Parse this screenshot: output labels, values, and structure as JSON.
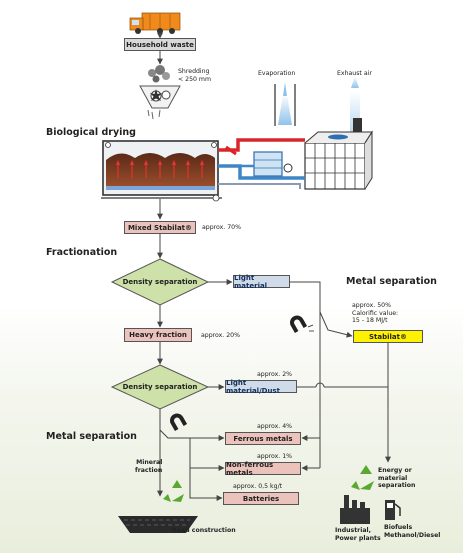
{
  "sections": {
    "biological_drying": "Biological drying",
    "fractionation": "Fractionation",
    "metal_separation_left": "Metal separation",
    "metal_separation_right": "Metal separation"
  },
  "boxes": {
    "household_waste": "Household waste",
    "mixed_stabilat": "Mixed Stabilat®",
    "light_material": "Light material",
    "heavy_fraction": "Heavy fraction",
    "light_material_dust": "Light material/Dust",
    "ferrous_metals": "Ferrous metals",
    "non_ferrous_metals": "Non-ferrous metals",
    "batteries": "Batteries",
    "stabilat": "Stabilat®"
  },
  "decisions": {
    "density_separation_1": "Density separation",
    "density_separation_2": "Density separation"
  },
  "annotations": {
    "shredding_1": "Shredding",
    "shredding_2": "< 250 mm",
    "evaporation": "Evaporation",
    "exhaust_air": "Exhaust air",
    "approx_70": "approx. 70%",
    "approx_20": "approx. 20%",
    "approx_2": "approx. 2%",
    "approx_4": "approx. 4%",
    "approx_1": "approx. 1%",
    "batteries_rate": "approx. 0,5 kg/t",
    "approx_50": "approx. 50%",
    "calorific_1": "Calorific value:",
    "calorific_2": "15 - 18 MJ/t",
    "mineral_1": "Mineral",
    "mineral_2": "fraction",
    "road_construction": "Road construction",
    "energy_1": "Energy or",
    "energy_2": "material",
    "energy_3": "separation",
    "industrial_1": "Industrial,",
    "industrial_2": "Power plants",
    "biofuels_1": "Biofuels",
    "biofuels_2": "Methanol/Diesel"
  },
  "colors": {
    "pink_box": "#ebc3bc",
    "blue_box": "#cfdbe9",
    "green_diamond": "#cde1a8",
    "yellow_box": "#fff200",
    "air_blue": "#3f86c6",
    "hot_red": "#d8262b"
  }
}
